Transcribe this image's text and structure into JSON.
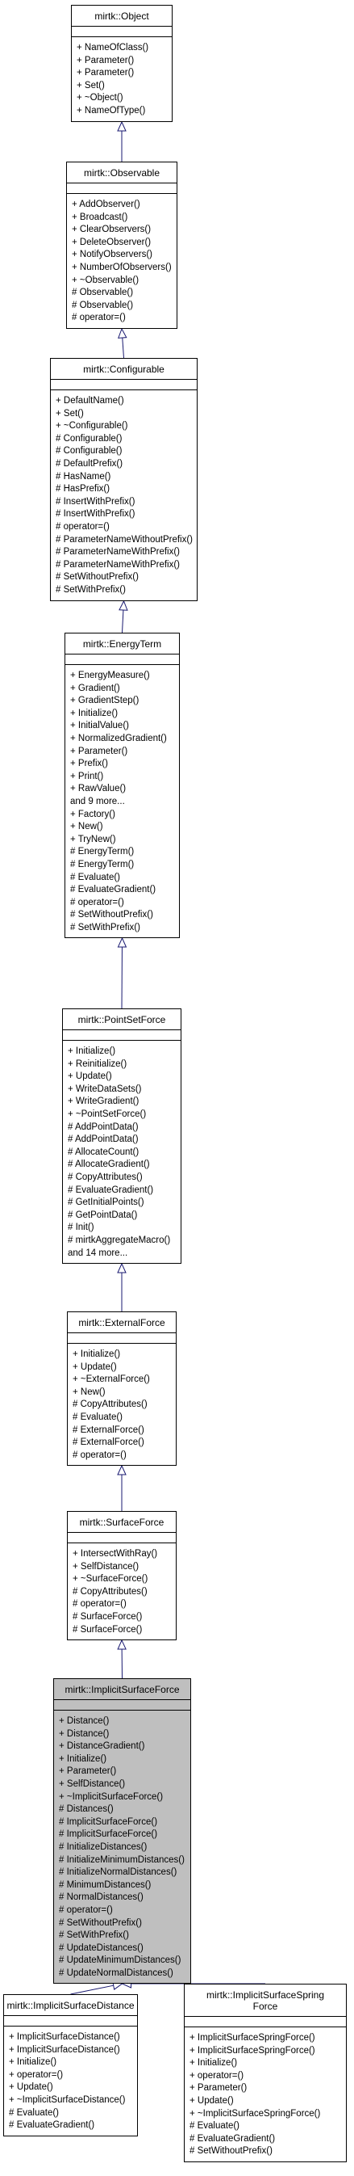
{
  "colors": {
    "edge": "#191970",
    "box_border": "#000000",
    "highlight": "#bfbfbf"
  },
  "classes": [
    {
      "id": "object",
      "title": "mirtk::Object",
      "ops": [
        "+ NameOfClass()",
        "+ Parameter()",
        "+ Parameter()",
        "+ Set()",
        "+ ~Object()",
        "+ NameOfType()"
      ]
    },
    {
      "id": "observable",
      "title": "mirtk::Observable",
      "ops": [
        "+ AddObserver()",
        "+ Broadcast()",
        "+ ClearObservers()",
        "+ DeleteObserver()",
        "+ NotifyObservers()",
        "+ NumberOfObservers()",
        "+ ~Observable()",
        "# Observable()",
        "# Observable()",
        "# operator=()"
      ]
    },
    {
      "id": "configurable",
      "title": "mirtk::Configurable",
      "ops": [
        "+ DefaultName()",
        "+ Set()",
        "+ ~Configurable()",
        "# Configurable()",
        "# Configurable()",
        "# DefaultPrefix()",
        "# HasName()",
        "# HasPrefix()",
        "# InsertWithPrefix()",
        "# InsertWithPrefix()",
        "# operator=()",
        "# ParameterNameWithoutPrefix()",
        "# ParameterNameWithPrefix()",
        "# ParameterNameWithPrefix()",
        "# SetWithoutPrefix()",
        "# SetWithPrefix()"
      ]
    },
    {
      "id": "energyterm",
      "title": "mirtk::EnergyTerm",
      "ops": [
        "+ EnergyMeasure()",
        "+ Gradient()",
        "+ GradientStep()",
        "+ Initialize()",
        "+ InitialValue()",
        "+ NormalizedGradient()",
        "+ Parameter()",
        "+ Prefix()",
        "+ Print()",
        "+ RawValue()",
        "and 9 more...",
        "+ Factory()",
        "+ New()",
        "+ TryNew()",
        "# EnergyTerm()",
        "# EnergyTerm()",
        "# Evaluate()",
        "# EvaluateGradient()",
        "# operator=()",
        "# SetWithoutPrefix()",
        "# SetWithPrefix()"
      ]
    },
    {
      "id": "pointsetforce",
      "title": "mirtk::PointSetForce",
      "ops": [
        "+ Initialize()",
        "+ Reinitialize()",
        "+ Update()",
        "+ WriteDataSets()",
        "+ WriteGradient()",
        "+ ~PointSetForce()",
        "# AddPointData()",
        "# AddPointData()",
        "# AllocateCount()",
        "# AllocateGradient()",
        "# CopyAttributes()",
        "# EvaluateGradient()",
        "# GetInitialPoints()",
        "# GetPointData()",
        "# Init()",
        "# mirtkAggregateMacro()",
        "and 14 more..."
      ]
    },
    {
      "id": "externalforce",
      "title": "mirtk::ExternalForce",
      "ops": [
        "+ Initialize()",
        "+ Update()",
        "+ ~ExternalForce()",
        "+ New()",
        "# CopyAttributes()",
        "# Evaluate()",
        "# ExternalForce()",
        "# ExternalForce()",
        "# operator=()"
      ]
    },
    {
      "id": "surfaceforce",
      "title": "mirtk::SurfaceForce",
      "ops": [
        "+ IntersectWithRay()",
        "+ SelfDistance()",
        "+ ~SurfaceForce()",
        "# CopyAttributes()",
        "# operator=()",
        "# SurfaceForce()",
        "# SurfaceForce()"
      ]
    },
    {
      "id": "implicitsurfaceforce",
      "title": "mirtk::ImplicitSurfaceForce",
      "ops": [
        "+ Distance()",
        "+ Distance()",
        "+ DistanceGradient()",
        "+ Initialize()",
        "+ Parameter()",
        "+ SelfDistance()",
        "+ ~ImplicitSurfaceForce()",
        "# Distances()",
        "# ImplicitSurfaceForce()",
        "# ImplicitSurfaceForce()",
        "# InitializeDistances()",
        "# InitializeMinimumDistances()",
        "# InitializeNormalDistances()",
        "# MinimumDistances()",
        "# NormalDistances()",
        "# operator=()",
        "# SetWithoutPrefix()",
        "# SetWithPrefix()",
        "# UpdateDistances()",
        "# UpdateMinimumDistances()",
        "# UpdateNormalDistances()"
      ]
    },
    {
      "id": "implicitsurfacedistance",
      "title": "mirtk::ImplicitSurfaceDistance",
      "ops": [
        "+ ImplicitSurfaceDistance()",
        "+ ImplicitSurfaceDistance()",
        "+ Initialize()",
        "+ operator=()",
        "+ Update()",
        "+ ~ImplicitSurfaceDistance()",
        "# Evaluate()",
        "# EvaluateGradient()"
      ]
    },
    {
      "id": "implicitsurfacespringforce",
      "title": "mirtk::ImplicitSurfaceSpring\nForce",
      "ops": [
        "+ ImplicitSurfaceSpringForce()",
        "+ ImplicitSurfaceSpringForce()",
        "+ Initialize()",
        "+ operator=()",
        "+ Parameter()",
        "+ Update()",
        "+ ~ImplicitSurfaceSpringForce()",
        "# Evaluate()",
        "# EvaluateGradient()",
        "# SetWithoutPrefix()"
      ]
    }
  ]
}
